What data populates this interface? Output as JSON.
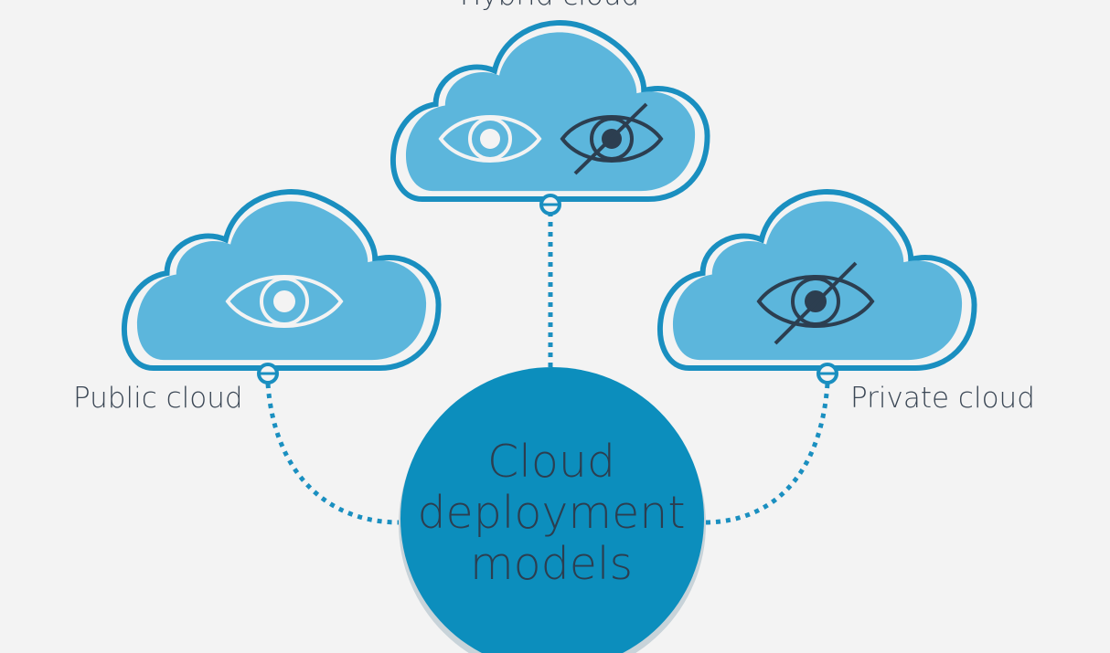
{
  "diagram": {
    "title": "Cloud deployment models",
    "center_lines": [
      "Cloud",
      "deployment",
      "models"
    ],
    "nodes": [
      {
        "id": "hybrid",
        "label": "Hybrid cloud",
        "icons": [
          "eye-icon",
          "eye-slash-icon"
        ]
      },
      {
        "id": "public",
        "label": "Public cloud",
        "icons": [
          "eye-icon"
        ]
      },
      {
        "id": "private",
        "label": "Private cloud",
        "icons": [
          "eye-slash-icon"
        ]
      }
    ]
  },
  "colors": {
    "background": "#f3f3f3",
    "cloud_fill": "#5cb6dc",
    "cloud_outline": "#1a8fc0",
    "center_circle": "#0c8ebd",
    "connector": "#1a8fc0",
    "eye_open": "#f3f3f3",
    "eye_hidden": "#2c3e50"
  }
}
